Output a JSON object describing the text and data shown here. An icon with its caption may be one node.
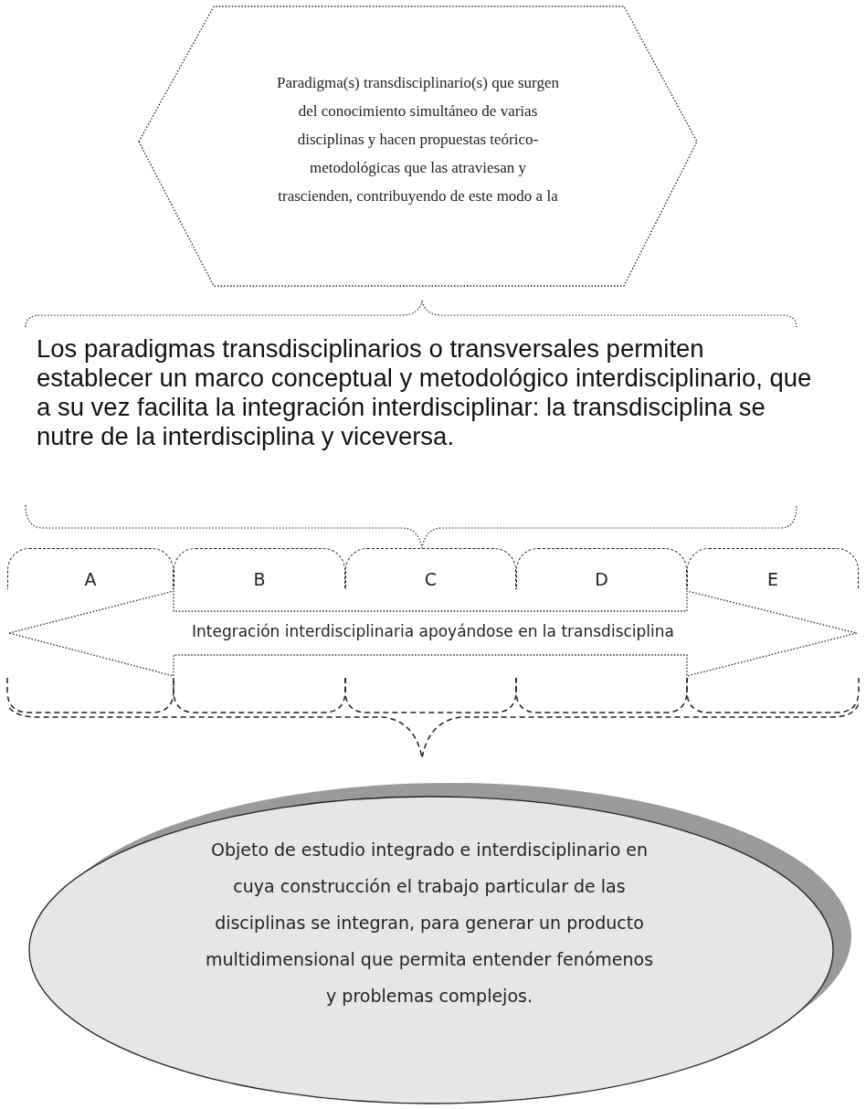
{
  "diagram": {
    "nodes": [
      {
        "text": [
          "Paradigma(s) transdisciplinario(s) que surgen del conocimiento simultáneo de varias disciplinas y hacen propuestas teórico-metodológicas que las atraviesan y trascienden, contribuyendo de este modo a la"
        ]
      },
      {
        "text": [
          "A"
        ]
      },
      {
        "text": [
          "B"
        ]
      },
      {
        "text": [
          "C"
        ]
      },
      {
        "text": [
          "D"
        ]
      },
      {
        "text": [
          "E"
        ]
      },
      {
        "text": [
          "Integración interdisciplinaria apoyándose en la transdisciplina"
        ]
      },
      {
        "text": [
          "Objeto de estudio integrado e interdisciplinario en cuya construcción el trabajo particular de las disciplinas se integran, para generar un producto multidimensional que permita entender fenómenos y problemas complejos."
        ]
      }
    ],
    "labels": [
      "Los paradigmas transdisciplinarios o transversales permiten establecer un marco conceptual y metodológico interdisciplinario, que a su vez facilita la integración interdisciplinar: la transdisciplina se nutre de la interdisciplina y viceversa."
    ]
  }
}
